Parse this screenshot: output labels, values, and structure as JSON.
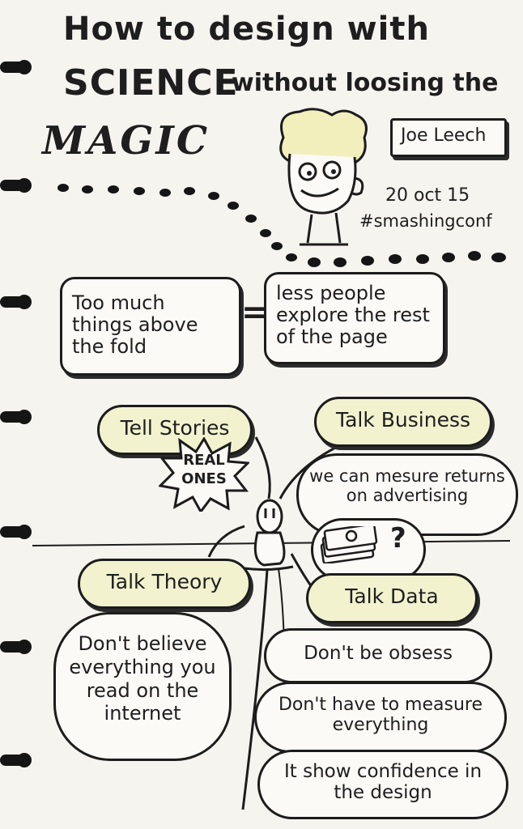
{
  "header": {
    "title_line1": "How to design with",
    "title_science": "SCIENCE",
    "title_rest": "without loosing the",
    "title_magic": "MAGIC"
  },
  "speaker": {
    "name": "Joe Leech",
    "date": "20 oct 15",
    "hashtag": "#smashingconf"
  },
  "fold_equation": {
    "left": "Too much things above the fold",
    "operator": "=",
    "right": "less people explore the rest of the page"
  },
  "tips": {
    "stories": {
      "label": "Tell Stories",
      "burst": "REAL ONES"
    },
    "business": {
      "label": "Talk Business",
      "note": "we can mesure returns on advertising",
      "question": "?"
    },
    "theory": {
      "label": "Talk Theory",
      "note": "Don't believe everything you read on the internet"
    },
    "data": {
      "label": "Talk Data",
      "notes": [
        "Don't be obsess",
        "Don't have to measure everything",
        "It show confidence in the design"
      ]
    }
  }
}
